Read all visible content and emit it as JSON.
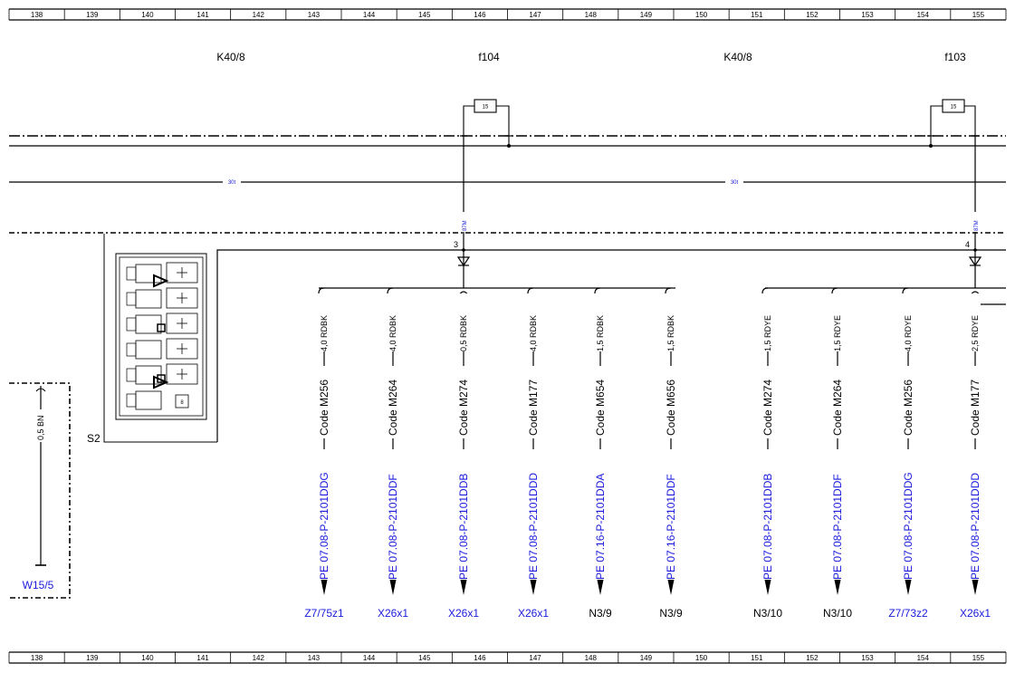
{
  "ruler": [
    "138",
    "139",
    "140",
    "141",
    "142",
    "143",
    "144",
    "145",
    "146",
    "147",
    "148",
    "149",
    "150",
    "151",
    "152",
    "153",
    "154",
    "155"
  ],
  "components": {
    "k40_8_left": "K40/8",
    "f104": "f104",
    "k40_8_right": "K40/8",
    "f103": "f103",
    "s2": "S2",
    "w15_5": "W15/5"
  },
  "fuses": {
    "f104_value": "15",
    "f103_value": "15"
  },
  "bus_labels": {
    "left": "30t",
    "right": "30t"
  },
  "fuse_tap_labels": {
    "left": "87M",
    "right": "87M"
  },
  "pins": {
    "left": "3",
    "right": "4"
  },
  "w15_wire": "0,5 BN",
  "connector_pin": "8",
  "branches": [
    {
      "wire": "4,0 RDBK",
      "code": "Code M256",
      "ref": "PE 07.08-P-2101DDG",
      "target": "Z7/75z1",
      "target_link": true
    },
    {
      "wire": "4,0 RDBK",
      "code": "Code M264",
      "ref": "PE 07.08-P-2101DDF",
      "target": "X26x1",
      "target_link": true
    },
    {
      "wire": "0,5 RDBK",
      "code": "Code M274",
      "ref": "PE 07.08-P-2101DDB",
      "target": "X26x1",
      "target_link": true
    },
    {
      "wire": "4,0 RDBK",
      "code": "Code M177",
      "ref": "PE 07.08-P-2101DDD",
      "target": "X26x1",
      "target_link": true
    },
    {
      "wire": "1,5 RDBK",
      "code": "Code M654",
      "ref": "PE 07.16-P-2101DDA",
      "target": "N3/9",
      "target_link": false
    },
    {
      "wire": "1,5 RDBK",
      "code": "Code M656",
      "ref": "PE 07.16-P-2101DDF",
      "target": "N3/9",
      "target_link": false
    },
    {
      "wire": "1,5 RDYE",
      "code": "Code M274",
      "ref": "PE 07.08-P-2101DDB",
      "target": "N3/10",
      "target_link": false
    },
    {
      "wire": "1,5 RDYE",
      "code": "Code M264",
      "ref": "PE 07.08-P-2101DDF",
      "target": "N3/10",
      "target_link": false
    },
    {
      "wire": "4,0 RDYE",
      "code": "Code M256",
      "ref": "PE 07.08-P-2101DDG",
      "target": "Z7/73z2",
      "target_link": true
    },
    {
      "wire": "2,5 RDYE",
      "code": "Code M177",
      "ref": "PE 07.08-P-2101DDD",
      "target": "X26x1",
      "target_link": true
    }
  ],
  "colors": {
    "line": "#000000",
    "link": "#1a1adc",
    "background": "#ffffff"
  }
}
